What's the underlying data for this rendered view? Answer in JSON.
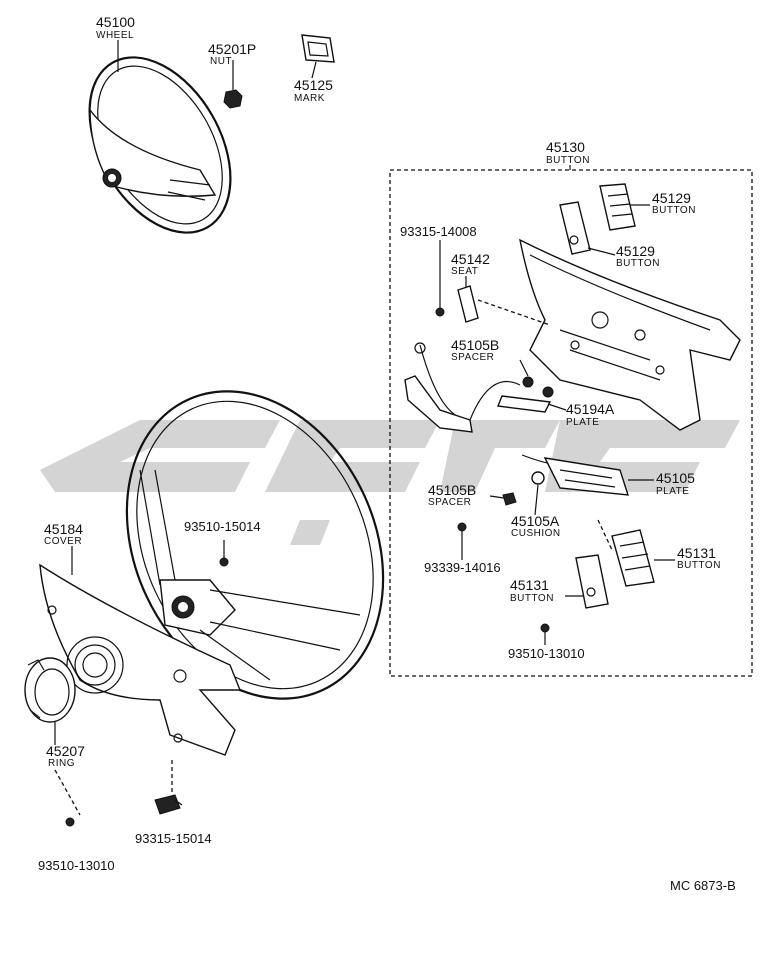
{
  "diagram_code": "MC 6873-B",
  "parts": {
    "wheel_upper": {
      "num": "45100",
      "name": "WHEEL"
    },
    "nut": {
      "num": "45201P",
      "name": "NUT"
    },
    "mark": {
      "num": "45125",
      "name": "MARK"
    },
    "button_assy": {
      "num": "45130",
      "name": "BUTTON"
    },
    "button_45129_a": {
      "num": "45129",
      "name": "BUTTON"
    },
    "button_45129_b": {
      "num": "45129",
      "name": "BUTTON"
    },
    "screw_93315_14008": {
      "num": "93315-14008"
    },
    "seat": {
      "num": "45142",
      "name": "SEAT"
    },
    "spacer_b_top": {
      "num": "45105B",
      "name": "SPACER"
    },
    "plate_a": {
      "num": "45194A",
      "name": "PLATE"
    },
    "plate": {
      "num": "45105",
      "name": "PLATE"
    },
    "spacer_b_bottom": {
      "num": "45105B",
      "name": "SPACER"
    },
    "cushion": {
      "num": "45105A",
      "name": "CUSHION"
    },
    "screw_93339_14016": {
      "num": "93339-14016"
    },
    "button_45131_a": {
      "num": "45131",
      "name": "BUTTON"
    },
    "button_45131_b": {
      "num": "45131",
      "name": "BUTTON"
    },
    "screw_93510_13010_right": {
      "num": "93510-13010"
    },
    "cover": {
      "num": "45184",
      "name": "COVER"
    },
    "screw_93510_15014": {
      "num": "93510-15014"
    },
    "ring": {
      "num": "45207",
      "name": "RING"
    },
    "screw_93315_15014": {
      "num": "93315-15014"
    },
    "screw_93510_13010_left": {
      "num": "93510-13010"
    }
  }
}
